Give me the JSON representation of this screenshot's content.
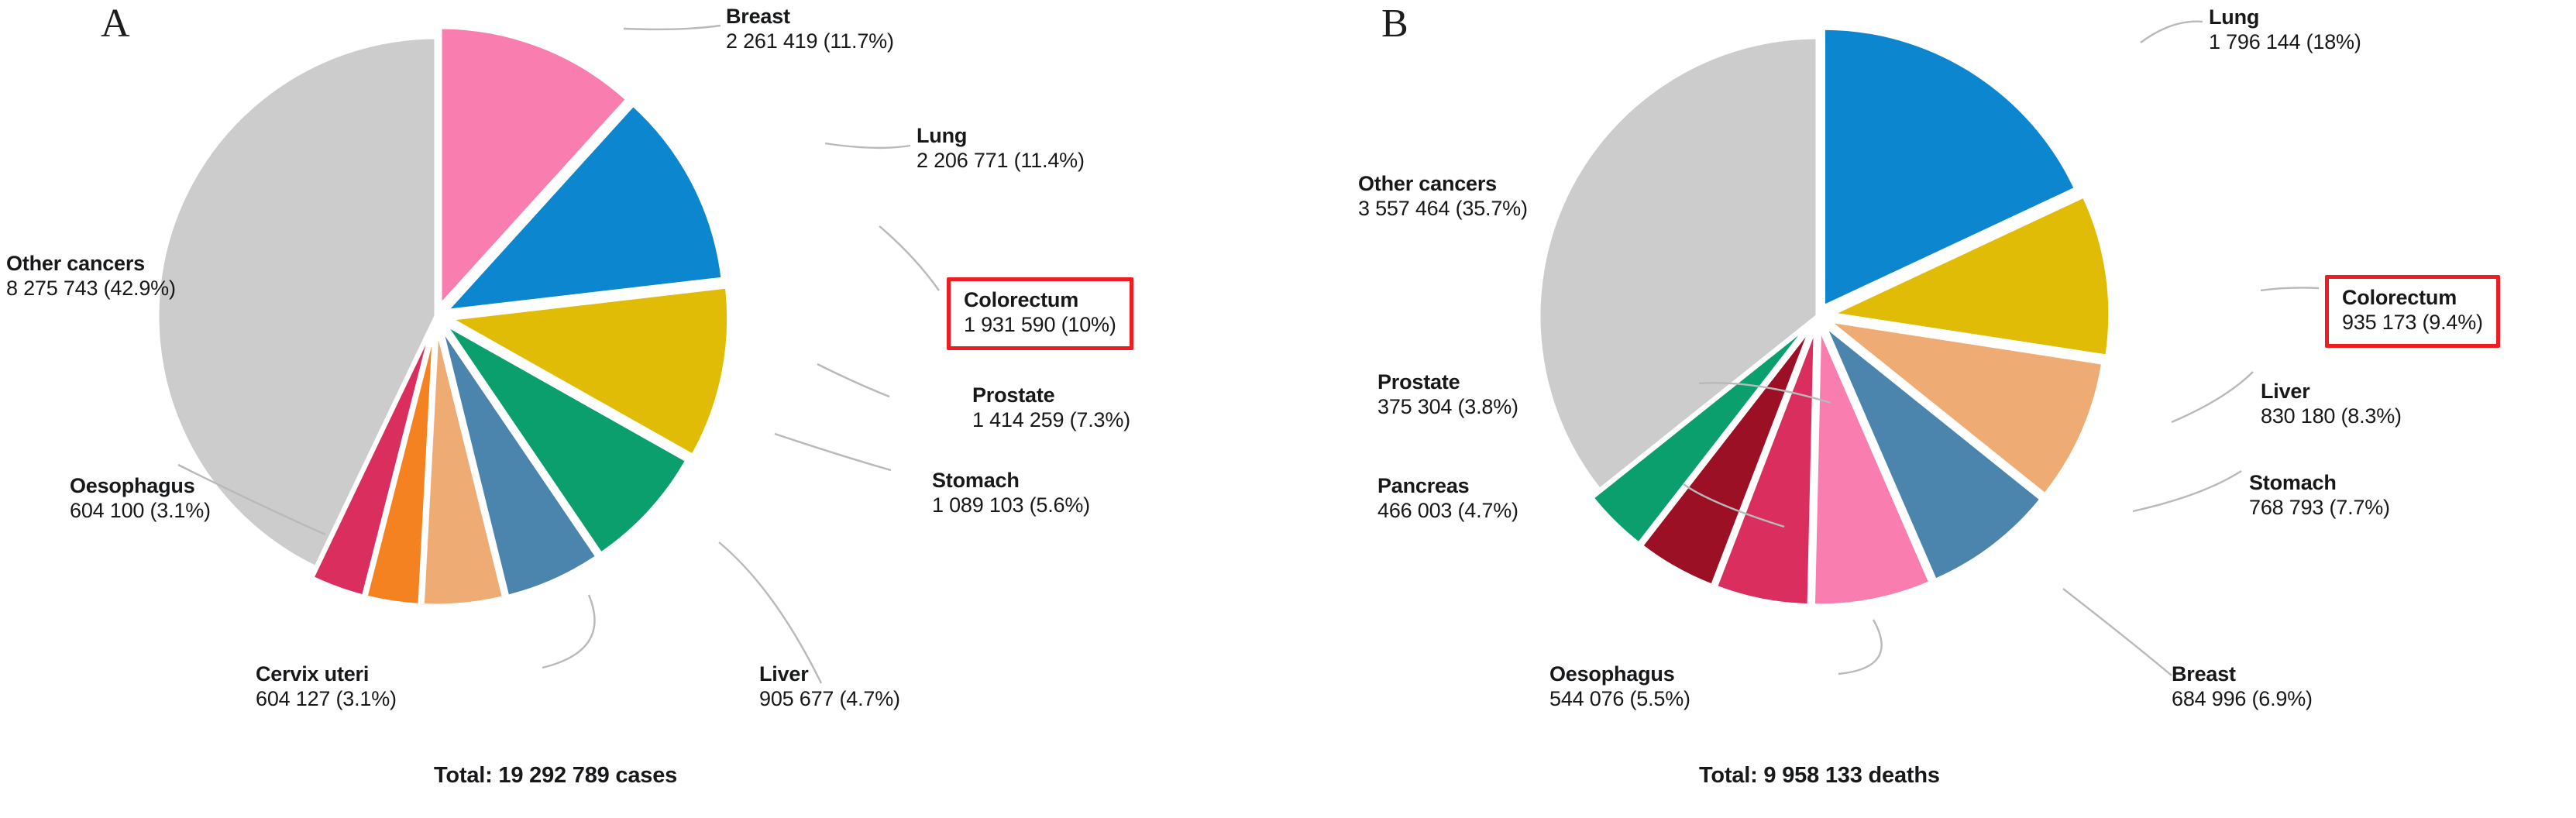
{
  "figure": {
    "panels": [
      {
        "letter": "A",
        "total_label": "Total: 19 292 789 cases",
        "labels": [
          {
            "name": "Breast",
            "value": "2 261 419 (11.7%)",
            "boxed": false
          },
          {
            "name": "Lung",
            "value": "2 206 771 (11.4%)",
            "boxed": false
          },
          {
            "name": "Colorectum",
            "value": "1 931 590 (10%)",
            "boxed": true
          },
          {
            "name": "Prostate",
            "value": "1 414 259 (7.3%)",
            "boxed": false
          },
          {
            "name": "Stomach",
            "value": "1 089 103 (5.6%)",
            "boxed": false
          },
          {
            "name": "Liver",
            "value": "905 677 (4.7%)",
            "boxed": false
          },
          {
            "name": "Cervix uteri",
            "value": "604 127 (3.1%)",
            "boxed": false
          },
          {
            "name": "Oesophagus",
            "value": "604 100 (3.1%)",
            "boxed": false
          },
          {
            "name": "Other cancers",
            "value": "8 275 743 (42.9%)",
            "boxed": false
          }
        ]
      },
      {
        "letter": "B",
        "total_label": "Total: 9 958 133 deaths",
        "labels": [
          {
            "name": "Lung",
            "value": "1 796 144 (18%)",
            "boxed": false
          },
          {
            "name": "Colorectum",
            "value": "935 173 (9.4%)",
            "boxed": true
          },
          {
            "name": "Liver",
            "value": "830 180 (8.3%)",
            "boxed": false
          },
          {
            "name": "Stomach",
            "value": "768 793 (7.7%)",
            "boxed": false
          },
          {
            "name": "Breast",
            "value": "684 996 (6.9%)",
            "boxed": false
          },
          {
            "name": "Oesophagus",
            "value": "544 076 (5.5%)",
            "boxed": false
          },
          {
            "name": "Pancreas",
            "value": "466 003 (4.7%)",
            "boxed": false
          },
          {
            "name": "Prostate",
            "value": "375 304 (3.8%)",
            "boxed": false
          },
          {
            "name": "Other cancers",
            "value": "3 557 464 (35.7%)",
            "boxed": false
          }
        ]
      }
    ],
    "colors": {
      "breast": "#f97dae",
      "lung": "#0d86d0",
      "colorectum": "#e0bc06",
      "prostate": "#0b9f6e",
      "stomach": "#4b84ad",
      "liver": "#eeab73",
      "cervix_uteri": "#f58220",
      "oesophagus": "#d92e5e",
      "pancreas": "#9c1026",
      "other_cancers": "#cccccc",
      "highlight_box": "#ee1d22",
      "leader_line": "#b9b9b9",
      "text": "#17181a"
    }
  },
  "chart_data": [
    {
      "type": "pie",
      "title": "A",
      "subtitle": "Total: 19 292 789 cases",
      "total": 19292789,
      "total_unit": "cases",
      "legend_position": "callout-labels",
      "start_angle_deg": 0,
      "direction": "clockwise",
      "exploded": true,
      "categories": [
        "Breast",
        "Lung",
        "Colorectum",
        "Prostate",
        "Stomach",
        "Liver",
        "Cervix uteri",
        "Oesophagus",
        "Other cancers"
      ],
      "values": [
        2261419,
        2206771,
        1931590,
        1414259,
        1089103,
        905677,
        604127,
        604100,
        8275743
      ],
      "percents": [
        11.7,
        11.4,
        10.0,
        7.3,
        5.6,
        4.7,
        3.1,
        3.1,
        42.9
      ],
      "value_labels": [
        "2 261 419 (11.7%)",
        "2 206 771 (11.4%)",
        "1 931 590 (10%)",
        "1 414 259 (7.3%)",
        "1 089 103 (5.6%)",
        "905 677 (4.7%)",
        "604 127 (3.1%)",
        "604 100 (3.1%)",
        "8 275 743 (42.9%)"
      ],
      "slice_colors": [
        "#f97dae",
        "#0d86d0",
        "#e0bc06",
        "#0b9f6e",
        "#4b84ad",
        "#eeab73",
        "#f58220",
        "#d92e5e",
        "#cccccc"
      ],
      "highlighted": [
        "Colorectum"
      ]
    },
    {
      "type": "pie",
      "title": "B",
      "subtitle": "Total: 9 958 133 deaths",
      "total": 9958133,
      "total_unit": "deaths",
      "legend_position": "callout-labels",
      "start_angle_deg": 0,
      "direction": "clockwise",
      "exploded": true,
      "categories": [
        "Lung",
        "Colorectum",
        "Liver",
        "Stomach",
        "Breast",
        "Oesophagus",
        "Pancreas",
        "Prostate",
        "Other cancers"
      ],
      "values": [
        1796144,
        935173,
        830180,
        768793,
        684996,
        544076,
        466003,
        375304,
        3557464
      ],
      "percents": [
        18.0,
        9.4,
        8.3,
        7.7,
        6.9,
        5.5,
        4.7,
        3.8,
        35.7
      ],
      "value_labels": [
        "1 796 144 (18%)",
        "935 173 (9.4%)",
        "830 180 (8.3%)",
        "768 793 (7.7%)",
        "684 996 (6.9%)",
        "544 076 (5.5%)",
        "466 003 (4.7%)",
        "375 304 (3.8%)",
        "3 557 464 (35.7%)"
      ],
      "slice_colors": [
        "#0d86d0",
        "#e0bc06",
        "#eeab73",
        "#4b84ad",
        "#f97dae",
        "#d92e5e",
        "#9c1026",
        "#0b9f6e",
        "#cccccc"
      ],
      "highlighted": [
        "Colorectum"
      ]
    }
  ]
}
